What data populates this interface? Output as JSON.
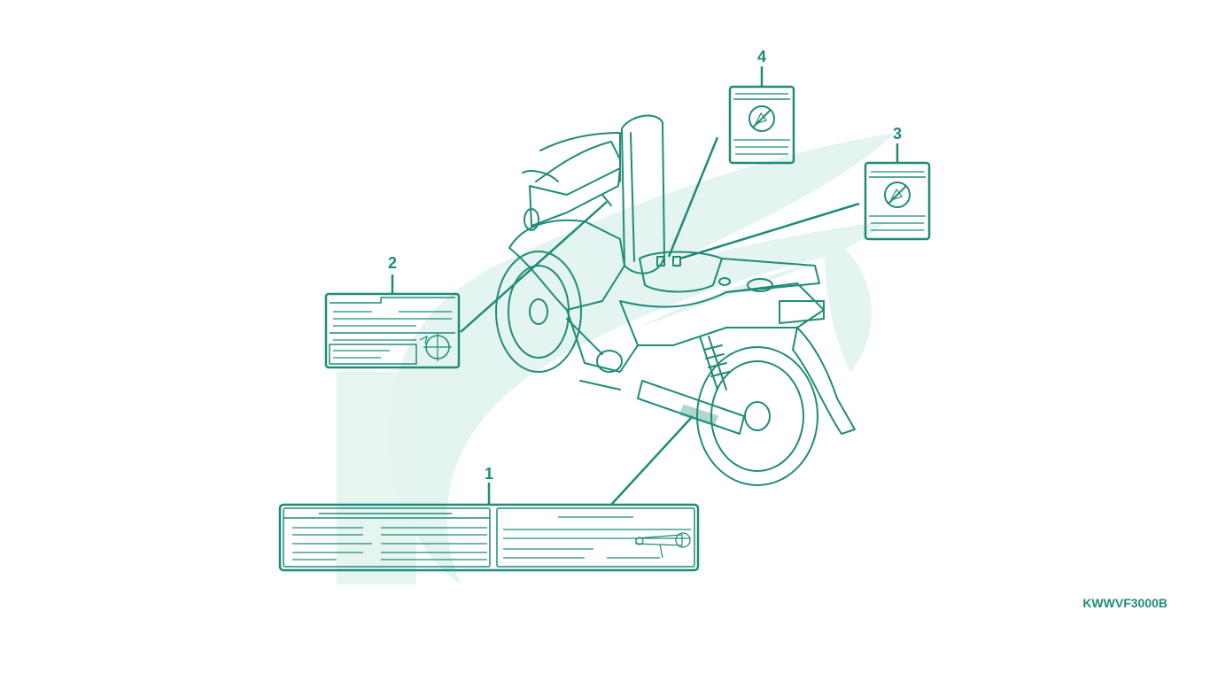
{
  "diagram": {
    "drawing_code": "KWWVF3000B",
    "colors": {
      "line": "#1e8c78",
      "watermark": "#e4f4f0",
      "background": "#ffffff"
    },
    "callouts": [
      {
        "id": "1",
        "label": "1",
        "part": "chain-label"
      },
      {
        "id": "2",
        "label": "2",
        "part": "tire-info-label"
      },
      {
        "id": "3",
        "label": "3",
        "part": "fuel-warning-label-a"
      },
      {
        "id": "4",
        "label": "4",
        "part": "fuel-warning-label-b"
      }
    ]
  }
}
